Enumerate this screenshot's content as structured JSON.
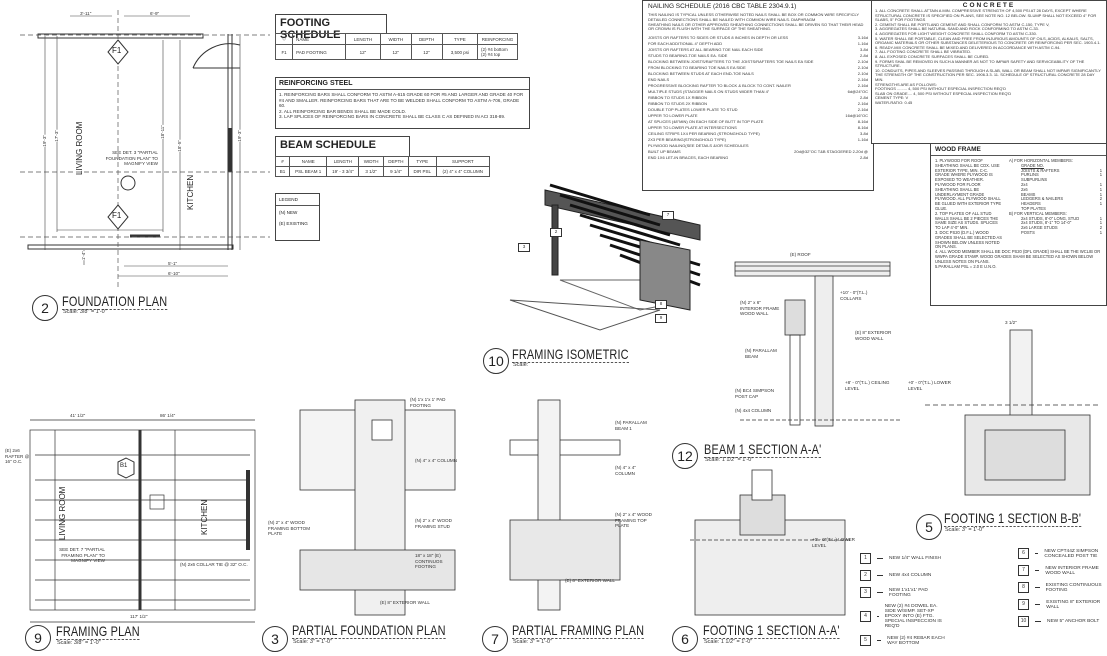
{
  "foundation_plan": {
    "number": "2",
    "title": "FOUNDATION PLAN",
    "scale": "Scale: 3/8\" = 1'-0\"",
    "rooms": [
      "LIVING ROOM",
      "KITCHEN"
    ],
    "tags": [
      "F1",
      "F1"
    ],
    "note": "SEE DET. 3 \"PARTIAL FOUNDATION PLAN\" TO MAGNIFY VIEW",
    "dims": [
      "3'-11\"",
      "6'-9\"",
      "19'-3\"",
      "17'-3\"",
      "18'-11\"",
      "18'-5\"",
      "19'-3\"",
      "1'-4\"",
      "5'-1\"",
      "6'-10\""
    ]
  },
  "footing_schedule": {
    "title": "FOOTING SCHEDULE",
    "headers": [
      "NAME",
      "LENGTH",
      "WIDTH",
      "DEPTH",
      "TYPE",
      "REINFORCING"
    ],
    "rows": [
      {
        "tag": "F1",
        "name": "PAD FOOTING",
        "length": "12\"",
        "width": "12\"",
        "depth": "12\"",
        "type": "3,500 psi",
        "reinforcing": "(2) #4 bottom (2) #4 top"
      }
    ]
  },
  "reinforcing_steel": {
    "title": "REINFORCING STEEL",
    "lines": [
      "1. REINFORCING BARS SHALL CONFORM TO ASTM A-615 GRADE 60 FOR #5 AND LARGER AND GRADE 40 FOR #4 AND SMALLER. REINFORCING BARS THAT ARE TO BE WELDED SHALL CONFORM TO ASTM A-706, GRADE 60.",
      "2. ALL REINFORCING BAR BENDS SHALL BE MADE COLD.",
      "3. LAP SPLICES OF REINFORCING BARS IN CONCRETE SHALL BE CLASS C AS DEFINED IN ACI 318-89."
    ]
  },
  "beam_schedule": {
    "title": "BEAM SCHEDULE",
    "headers": [
      "#",
      "NAME",
      "LENGTH",
      "WIDTH",
      "DEPTH",
      "TYPE",
      "SUPPORT"
    ],
    "rows": [
      {
        "tag": "B1",
        "name": "PSL BEAM 1",
        "length": "19' - 3 3/4\"",
        "width": "3 1/2\"",
        "depth": "9 1/4\"",
        "type": "DIR PSL",
        "support": "(2) 4\" x 4\" COLUMN"
      }
    ]
  },
  "legend": {
    "title": "LEGEND",
    "items": [
      "(N) NEW",
      "(E) EXISTING"
    ]
  },
  "nailing": {
    "title": "NAILING SCHEDULE (2016 CBC TABLE 2304.9.1)",
    "intro": [
      "THIS NAILING IS TYPICAL UNLESS OTHERWISE NOTED NAILS SHALL BE BOX OR COMMON WIRE SPECIFICLY DETAILED CONNECTIONS SHALL BE NAILED WITH COMMON WIRE NAILS. DIAPHRAGM",
      "SHEATHING NAILS OR OTHER APPROVED SHEATHING CONNECTIONS SHALL BE DRIVEN SO THAT THEIR HEAD OR CROWN IS FLUSH WITH THE SURFACE OF THE SHEATHING."
    ],
    "items": [
      [
        "JOISTS OR RAFTERS TO SIDES OR STUDS 8 INCHES IN DEPTH OR LESS",
        "3-16d"
      ],
      [
        "FOR EACH ADDITIONAL 4\" DEPTH ADD",
        "1-16d"
      ],
      [
        "JOISTS OR RAFTERS AT ALL BEARING TOE NAIL EACH SIDE",
        "3-8d"
      ],
      [
        "STUDS TO BEARING-TOE NAILS EA. SIDE",
        "2-8d"
      ],
      [
        "BLOCKING BETWEEN JOISTS/RAFTERS TO THE JOISTS/RAFTERS TOE NAILS EA SIDE",
        "2-10d"
      ],
      [
        "FROM BLOCKING TO BEARING TOE NAILS EA SIDE",
        "2-10d"
      ],
      [
        "BLOCKING BETWEEN STUDS AT EACH END-TOE NAILS",
        "2-10d"
      ],
      [
        "END NAILS",
        "2-16d"
      ],
      [
        "PROGRESSIVE BLOCKING RAFTER TO BLOCK & BLOCK TO CONT. NAILER",
        "2-16d"
      ],
      [
        "MULTIPLE STUDS (STAGGER NAILS ON STUDS WIDER THAN 4\"",
        "6d@24\"OC"
      ],
      [
        "RIBBON TO STUDS 1X RIBBON",
        "2-8d"
      ],
      [
        "RIBBON TO STUDS 2X RIBBON",
        "2-16d"
      ],
      [
        "DOUBLE TOP PLATES LOWER PLATE TO STUD",
        "2-16d"
      ],
      [
        "UPPER TO LOWER PLATE",
        "16d@16\"OC"
      ],
      [
        "AT SPLICES (48\"MIN) ON EACH SIDE OF BUTT IN TOP PLATE",
        "8-16d"
      ],
      [
        "UPPER TO LOWER PLATE AT INTERSECTIONS",
        "8-16d"
      ],
      [
        "CEILING STRIPS 1X4 PER BEARING (STRONGHOLD TYPE)",
        "3-8d"
      ],
      [
        "2X3 PER BEARING(STRONGHOLD TYPE)",
        "1-16d"
      ],
      [
        "PLYWOOD NAILING(SEE DETAILS &/OR SCHEDULES",
        ""
      ],
      [
        "BUILT UP BEAMS",
        "20d@32\"OC T&B STAGGERED 2-20d @"
      ],
      [
        "END 1X6 LET-IN BRACES, EACH BEARING",
        "2-8d"
      ]
    ]
  },
  "concrete": {
    "title": "CONCRETE",
    "lines": [
      "1. ALL CONCRETE SHALL ATTAIN A MIN. COMPRESSIVE STRENGTH OF 4,500 PSI AT 28 DAYS, EXCEPT WHERE STRUCTURAL CONCRETE IS SPECIFIED ON PLANS, SEE NOTE NO. 12 BELOW. SLUMP SHALL NOT EXCEED 4\" FOR SLABS, 5\" FOR FOOTINGS",
      "2. CEMENT SHALL BE PORTLAND CEMENT AND SHALL CONFORM TO ASTM C-150, TYPE V,",
      "3. AGGREGATES SHALL BE NATURAL SAND AND ROCK CONFORMING TO ASTM C-33.",
      "4. AGGREGATES FOR LIGHT WEIGHT CONCRETE SHALL CONFORM TO ASTM C-330.",
      "5. WATER SHALL BE PORTABLE, CLEAN AND FREE FROM INJURIOUS AMOUNTS OF OILS, ACIDS, ALKALIS, SALTS, ORGANIC MATERIALS OR OTHER SUBSTANCES DELETERIOUS TO CONCRETE OR REINFORCING PER SEC. 1903.4.1.",
      "6. READY-MIX CONCRETE SHALL BE MIXED AND DELIVERED IN ACCORDANCE WITH ASTM C-94.",
      "7. ALL FOOTING CONCRETE SHALL BE VIBRATED.",
      "8. ALL EXPOSED CONCRETE SURFACES SHALL BE CURED.",
      "9. FORMS SHAL BE REMOVED IN SUCH A MANNER AS NOT TO IMPAIR SAFETY AND SERVICEABILITY OF THE STRUCTURE.",
      "10. CONDUITS, PIPES AND SLEEVES PASSING THROUGH A SLAB, WALL OR BEAM SHALL NOT IMPAIR SIGNIFICANTLY THE STRENGTH OF THE CONSTRUCTION PER SEC. 1906.3.3. 11. SCHEDULE OF STRUCTURAL CONCRETE 28 DAY MIN.",
      "STRENGTHS ARE AS FOLLOWS:",
      "FOOTINGS ......... 4, 500 PSI WITHOUT ESPECIAL INSPECTION REQ'D",
      "SLAB ON GRADE.... 4, 500 PSI WITHOUT ESPECIAL INSPECTION REQ'D",
      "CEMENT TYPE: V",
      "WATER-RATIO: 0.45"
    ]
  },
  "wood_frame": {
    "title": "WOOD FRAME",
    "left": [
      "1. PLYWOOD FOR ROOF SHEATHING SHALL BE CDX. USE EXTERIOR TYPE, MIN. C-C. GRADE WHERE PLYWOOD IS EXPOSED TO WEATHER. PLYWOOD FOR FLOOR SHEATHING SHALL BE UNDERLAYMENT GRADE PLYWOOD. ALL PLYWOOD SHALL BE GLUED WITH EXTERIOR TYPE GLUE.",
      "2. TOP PLATES OF ALL STUD WALLS SHALL BE 2 PIECES THE SAME SIZE AS STUDS. SPLICES TO LAP 4'-0\" MIN.",
      "3. DOC PS20 (D.F.L.) WOOD GRADES SHALL BE SELECTED AS SHOWN BELOW UNLESS NOTED ON PLANS."
    ],
    "horizontal_title": "A) FOR HORIZONTAL MEMBERS:",
    "grade_label": "GRADE NO.",
    "horizontal": [
      [
        "JOISTS & RAFTERS",
        "1"
      ],
      [
        "PURLINS",
        "1"
      ],
      [
        "SUBPURLINS",
        ""
      ],
      [
        "2x4",
        "1"
      ],
      [
        "2x6",
        "1"
      ],
      [
        "BEAMS",
        "1"
      ],
      [
        "LEDGERS & NAILERS",
        "2"
      ],
      [
        "HEADERS",
        "1"
      ],
      [
        "TOP PLATES",
        ""
      ]
    ],
    "vertical_title": "B) FOR VERTICAL MEMBERS:",
    "vertical": [
      [
        "2x4 STUDS, 8'-0\" LONG, STUD",
        "1"
      ],
      [
        "2x4 STUDS, 8'-1\" TO 14'-0\"",
        "1"
      ],
      [
        "2x6 LARGE STUDS",
        "2"
      ],
      [
        "POSTS",
        "1"
      ]
    ],
    "bottom": [
      "4. ALL WOOD MEMBER SHALL BE DOC PS20 (DFL GRADE) SHALL BE THE WCLIB OR WWPA GRADE STAMP. WOOD GRADES SHAM BE SELECTED AS SHOWN BELOW UNLESS NOTES ON PLANS.",
      "5.PARALLAM PSL = 2.0 E U.N.O."
    ]
  },
  "framing_isometric": {
    "number": "10",
    "title": "FRAMING ISOMETRIC",
    "scale": "Scale:",
    "keys": [
      "7",
      "2",
      "3",
      "8",
      "9"
    ]
  },
  "beam_section": {
    "number": "12",
    "title": "BEAM 1 SECTION A-A'",
    "scale": "Scale: 1 1/2\" = 1'-0\"",
    "labels": [
      "(E) ROOF",
      "+10' - 0\"(T.L.) COLLARS",
      "(N) 2\" x 6\" INTERIOR FRAME WOOD WALL",
      "(E) 8\" EXTERIOR WOOD WALL",
      "(N) PARALLAM BEAM",
      "+8' - 0\"(T.L.) CEILING LEVEL",
      "(N) BC4 SIMPSON POST CAP",
      "(N) 4x4 COLUMN",
      "+0' - 0\"(T.L.) LOWER LEVEL"
    ]
  },
  "footing_b": {
    "number": "5",
    "title": "FOOTING 1 SECTION B-B'",
    "scale": "Scale: 3\" = 1'-0\"",
    "dim": "3 1/2\""
  },
  "framing_plan": {
    "number": "9",
    "title": "FRAMING PLAN",
    "scale": "Scale: 3/8\" = 1'-0\"",
    "rooms": [
      "LIVING ROOM",
      "KITCHEN"
    ],
    "beam_tag": "B1",
    "labels": [
      "(E) 2x6 RAFTER @ 16\" O.C.",
      "(N) 2x6 COLLAR TIE @ 32\" O.C.",
      "SEE DET. 7 \"PARTIAL FRAMING PLAN\" TO MAGNIFY VIEW"
    ],
    "dims": [
      "41' 1/2\"",
      "86' 1/4\"",
      "117' 1/2\""
    ]
  },
  "partial_foundation": {
    "number": "3",
    "title": "PARTIAL FOUNDATION PLAN",
    "scale": "Scale: 3\" = 1'-0\"",
    "labels": [
      "(N) 1'x 1'x 1' PAD FOOTING",
      "(N) 4\" x 4\" COLUMN",
      "(N) 2\" x 4\" WOOD FRAMING STUD",
      "(N) 2\" x 4\" WOOD FRAMING BOTTOM PLATE",
      "18\" x 18\" (E) CONTINUOS FOOTING",
      "(E) 8\" EXTERIOR WALL"
    ]
  },
  "partial_framing": {
    "number": "7",
    "title": "PARTIAL FRAMING PLAN",
    "scale": "Scale: 3\" = 1'-0\"",
    "labels": [
      "(N) PARALLAM BEAM 1",
      "(N) 4\" x 4\" COLUMN",
      "(N) 2\" x 4\" WOOD FRAMING TOP PLATE",
      "(E) 8\" EXTERIOR WALL"
    ]
  },
  "footing_a": {
    "number": "6",
    "title": "FOOTING 1 SECTION A-A'",
    "scale": "Scale: 1 1/2\" = 1'-0\"",
    "level": "+0' - 0\"(T.L.) LOWER LEVEL"
  },
  "keynotes": [
    {
      "n": "1",
      "text": "NEW 1/4\" WALL FINISH"
    },
    {
      "n": "2",
      "text": "NEW 4x4 COLUMN"
    },
    {
      "n": "3",
      "text": "NEW 1'x1'x1' PAD FOOTING"
    },
    {
      "n": "4",
      "text": "NEW (2) #4 DOWEL EA. SIDE W/SIMP. SET-XP EPOXY INTO (E) FTG. SPECIAL INSPECCION IS REQ'D"
    },
    {
      "n": "5",
      "text": "NEW (2) #4 REBAR EACH WAY BOTTOM"
    },
    {
      "n": "6",
      "text": "NEW CPT44Z SIMPSON CONCEALED POST TIE"
    },
    {
      "n": "7",
      "text": "NEW INTERIOR FRAME WOOD WALL"
    },
    {
      "n": "8",
      "text": "EXISTING CONTINUOUS FOOTING"
    },
    {
      "n": "9",
      "text": "EXISTING 8\" EXTERIOR WALL"
    },
    {
      "n": "10",
      "text": "NEW 5\" ANCHOR BOLT"
    }
  ]
}
